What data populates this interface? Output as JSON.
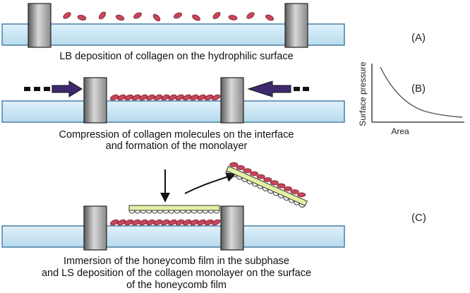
{
  "panels": {
    "a": {
      "label": "(A)",
      "caption": "LB deposition of collagen on the hydrophilic surface"
    },
    "b": {
      "label": "(B)",
      "caption_line1": "Compression of collagen molecules on the interface",
      "caption_line2": "and formation of the monolayer",
      "plot_ylabel": "Surface pressure",
      "plot_xlabel": "Area"
    },
    "c": {
      "label": "(C)",
      "caption_line1": "Immersion of the honeycomb film in the subphase",
      "caption_line2": "and LS deposition of the collagen monolayer on the surface",
      "caption_line3": "of the honeycomb film"
    }
  },
  "colors": {
    "water_fill": "#c9e6f5",
    "water_stroke": "#4a7fa6",
    "molecule_fill": "#c8465a",
    "molecule_stroke": "#7a1f2e",
    "honeycomb_fill": "#e2f0a4",
    "arrow_fill": "#3d2a6e"
  }
}
